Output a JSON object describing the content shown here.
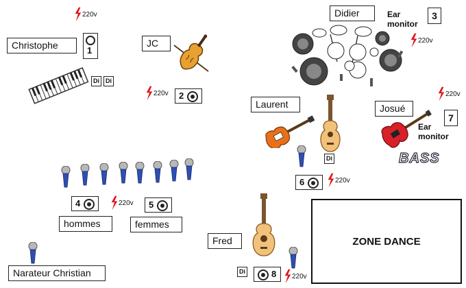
{
  "names": {
    "christophe": "Christophe",
    "jc": "JC",
    "didier": "Didier",
    "laurent": "Laurent",
    "josue": "Josué",
    "hommes": "hommes",
    "femmes": "femmes",
    "fred": "Fred",
    "narrateur": "Narateur Christian"
  },
  "power_label": "220v",
  "jacks": [
    "1",
    "2",
    "3",
    "4",
    "5",
    "6",
    "7",
    "8"
  ],
  "ear_monitor_label": "Ear monitor",
  "di_label": "Di",
  "bass_label": "BASS",
  "zone_dance": "ZONE DANCE",
  "colors": {
    "lightning": "#e0141b",
    "guitar_electric": "#e8701a",
    "bass_red": "#d8202a",
    "acoustic_wood": "#f2c27a",
    "mic_blue": "#2d4fb3"
  }
}
